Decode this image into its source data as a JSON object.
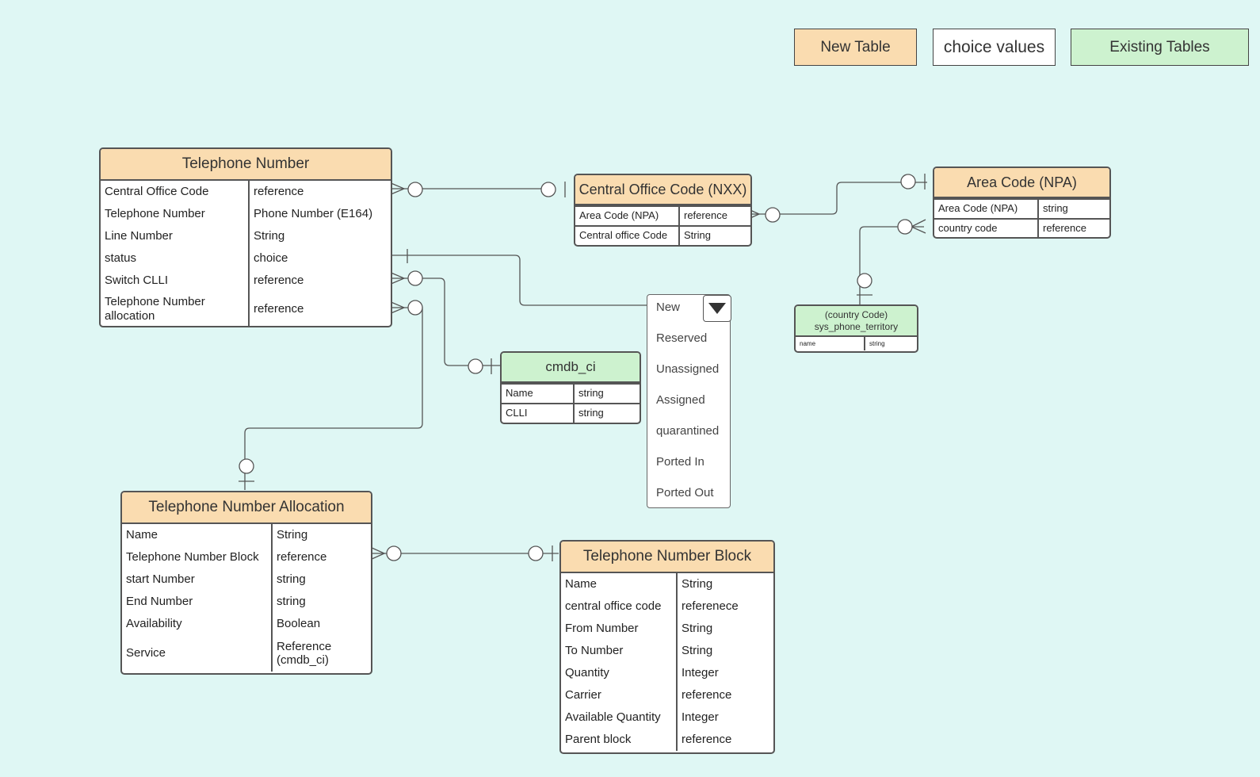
{
  "legend": {
    "new_table": "New Table",
    "choice_values": "choice values",
    "existing_tables": "Existing Tables"
  },
  "colors": {
    "background": "#dff7f4",
    "new_table": "#fadcb0",
    "existing_table": "#cdf2cf",
    "border": "#555555"
  },
  "tables": {
    "telephone_number": {
      "title": "Telephone Number",
      "rows": [
        {
          "field": "Central Office Code",
          "type": "reference"
        },
        {
          "field": "Telephone Number",
          "type": "Phone Number (E164)"
        },
        {
          "field": "Line Number",
          "type": "String"
        },
        {
          "field": "status",
          "type": "choice"
        },
        {
          "field": "Switch CLLI",
          "type": "reference"
        },
        {
          "field": "Telephone Number allocation",
          "type": "reference"
        }
      ]
    },
    "central_office_code": {
      "title": "Central Office Code (NXX)",
      "rows": [
        {
          "field": "Area Code (NPA)",
          "type": "reference"
        },
        {
          "field": "Central office Code",
          "type": "String"
        }
      ]
    },
    "area_code": {
      "title": "Area Code (NPA)",
      "rows": [
        {
          "field": "Area Code (NPA)",
          "type": "string"
        },
        {
          "field": "country code",
          "type": "reference"
        }
      ]
    },
    "sys_phone_territory": {
      "title_line1": "(country Code)",
      "title_line2": "sys_phone_territory",
      "rows": [
        {
          "field": "name",
          "type": "string"
        }
      ]
    },
    "cmdb_ci": {
      "title": "cmdb_ci",
      "rows": [
        {
          "field": "Name",
          "type": "string"
        },
        {
          "field": "CLLI",
          "type": "string"
        }
      ]
    },
    "telephone_number_allocation": {
      "title": "Telephone Number Allocation",
      "rows": [
        {
          "field": "Name",
          "type": "String"
        },
        {
          "field": "Telephone Number Block",
          "type": "reference"
        },
        {
          "field": "start Number",
          "type": "string"
        },
        {
          "field": "End Number",
          "type": "string"
        },
        {
          "field": "Availability",
          "type": "Boolean"
        },
        {
          "field": "Service",
          "type": "Reference (cmdb_ci)"
        }
      ]
    },
    "telephone_number_block": {
      "title": "Telephone Number Block",
      "rows": [
        {
          "field": "Name",
          "type": "String"
        },
        {
          "field": "central office code",
          "type": "referenece"
        },
        {
          "field": "From Number",
          "type": "String"
        },
        {
          "field": "To Number",
          "type": "String"
        },
        {
          "field": "Quantity",
          "type": "Integer"
        },
        {
          "field": "Carrier",
          "type": "reference"
        },
        {
          "field": "Available Quantity",
          "type": "Integer"
        },
        {
          "field": "Parent block",
          "type": "reference"
        }
      ]
    }
  },
  "status_choices": {
    "selected": "New",
    "options": [
      "Reserved",
      "Unassigned",
      "Assigned",
      "quarantined",
      "Ported In",
      "Ported Out"
    ]
  },
  "icons": {
    "dropdown": "triangle-down-icon"
  }
}
